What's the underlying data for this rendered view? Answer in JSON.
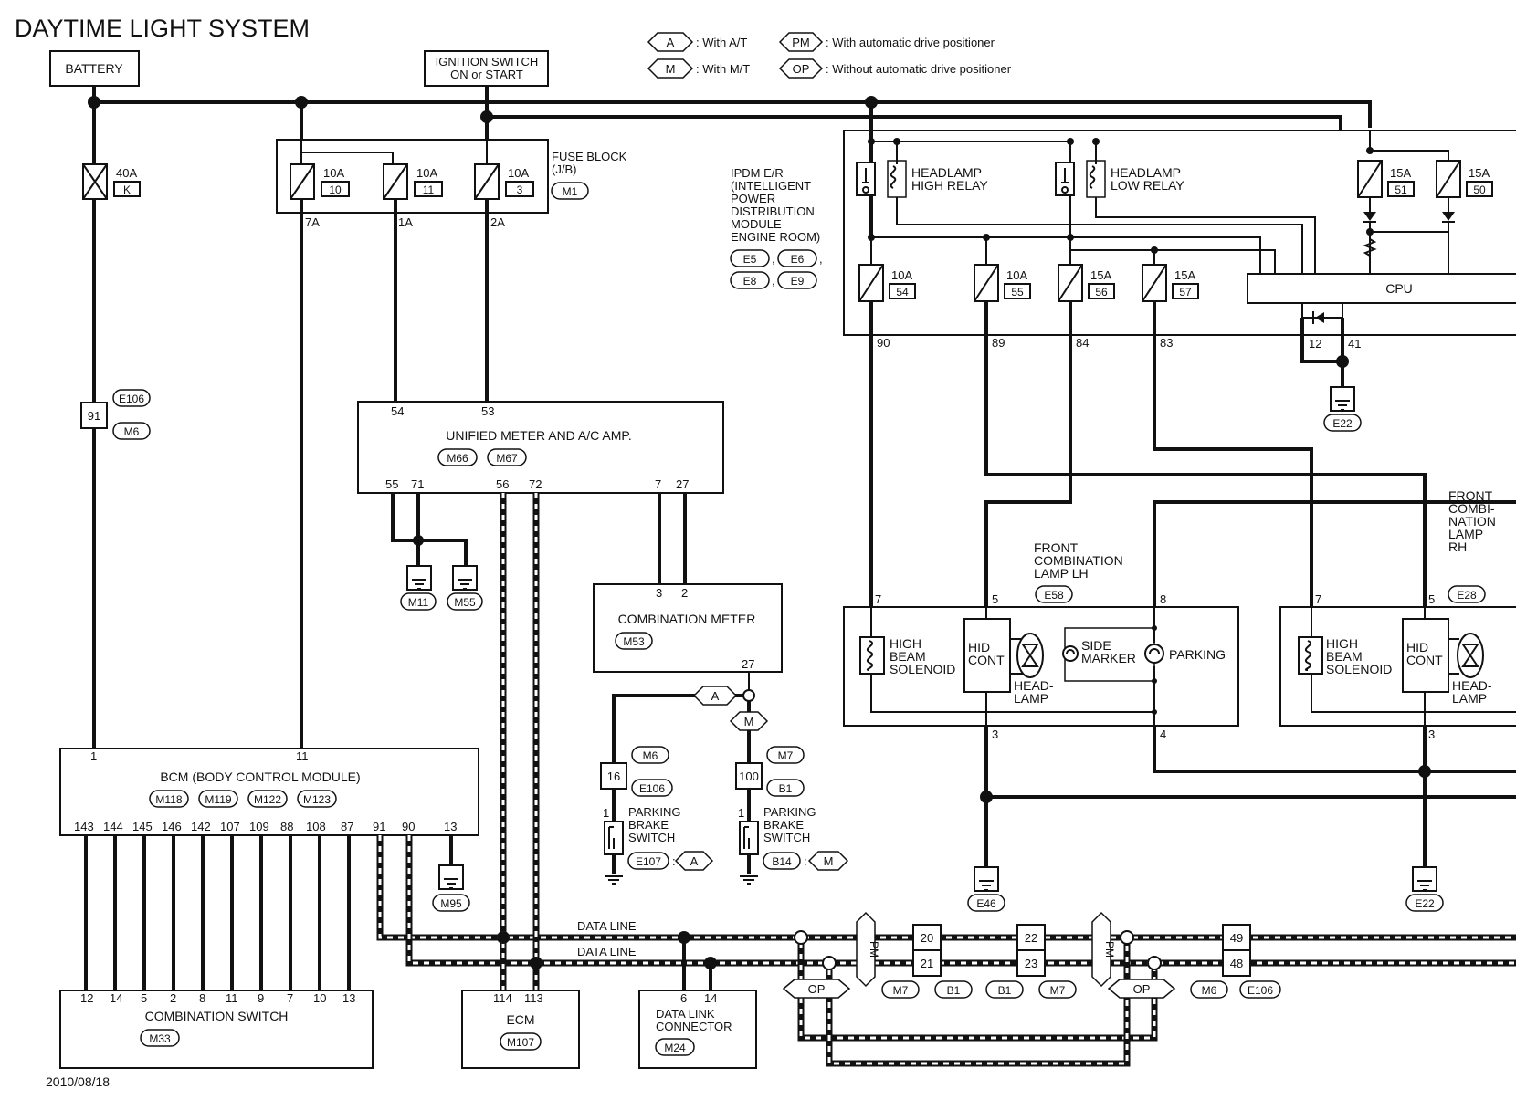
{
  "title": "DAYTIME LIGHT SYSTEM",
  "date": "2010/08/18",
  "legend": [
    {
      "code": "A",
      "text": ": With A/T"
    },
    {
      "code": "M",
      "text": ": With M/T"
    },
    {
      "code": "PM",
      "text": ": With automatic drive positioner"
    },
    {
      "code": "OP",
      "text": ": Without automatic drive positioner"
    }
  ],
  "battery": {
    "label": "BATTERY"
  },
  "ignition": {
    "line1": "IGNITION SWITCH",
    "line2": "ON or START"
  },
  "fuse_block": {
    "name": "FUSE BLOCK",
    "sub": "(J/B)",
    "connector": "M1",
    "fuses": [
      {
        "amp": "10A",
        "no": "10",
        "pin": "7A"
      },
      {
        "amp": "10A",
        "no": "11",
        "pin": "1A"
      },
      {
        "amp": "10A",
        "no": "3",
        "pin": "2A"
      }
    ]
  },
  "fusible_link": {
    "amp": "40A",
    "no": "K"
  },
  "battery_connector": {
    "pin": "91",
    "connectors": [
      "E106",
      "M6"
    ]
  },
  "ipdm": {
    "lines": [
      "IPDM E/R",
      "(INTELLIGENT",
      "POWER",
      "DISTRIBUTION",
      "MODULE",
      "ENGINE ROOM)"
    ],
    "connectors": [
      "E5",
      "E6",
      "E8",
      "E9"
    ],
    "relays": [
      "HEADLAMP HIGH RELAY",
      "HEADLAMP LOW RELAY"
    ],
    "relay_high": [
      "HEADLAMP",
      "HIGH RELAY"
    ],
    "relay_low": [
      "HEADLAMP",
      "LOW RELAY"
    ],
    "fuses": [
      {
        "amp": "10A",
        "no": "54",
        "pin": "90"
      },
      {
        "amp": "10A",
        "no": "55",
        "pin": "89"
      },
      {
        "amp": "15A",
        "no": "56",
        "pin": "84"
      },
      {
        "amp": "15A",
        "no": "57",
        "pin": "83"
      },
      {
        "amp": "15A",
        "no": "51"
      },
      {
        "amp": "15A",
        "no": "50"
      }
    ],
    "cpu": "CPU",
    "ground_pins": [
      "12",
      "41"
    ],
    "ground": "E22"
  },
  "unified_meter": {
    "name": "UNIFIED METER AND A/C AMP.",
    "connectors": [
      "M66",
      "M67"
    ],
    "top_pins": [
      "54",
      "53"
    ],
    "bottom_pins": [
      "55",
      "71",
      "56",
      "72",
      "7",
      "27"
    ],
    "grounds": [
      "M11",
      "M55"
    ]
  },
  "combination_meter": {
    "name": "COMBINATION METER",
    "connector": "M53",
    "top_pins": [
      "3",
      "2"
    ],
    "bottom_pin": "27"
  },
  "parking_brake_at": {
    "lines": [
      "PARKING",
      "BRAKE",
      "SWITCH"
    ],
    "connector": "E107",
    "variant": "A",
    "pin": "1",
    "inline_pin": "16",
    "inline_connectors": [
      "M6",
      "E106"
    ]
  },
  "parking_brake_mt": {
    "lines": [
      "PARKING",
      "BRAKE",
      "SWITCH"
    ],
    "connector": "B14",
    "variant": "M",
    "pin": "1",
    "inline_pin": "100",
    "inline_connectors": [
      "M7",
      "B1"
    ]
  },
  "bcm": {
    "name": "BCM (BODY CONTROL MODULE)",
    "connectors": [
      "M118",
      "M119",
      "M122",
      "M123"
    ],
    "top_pins": [
      "1",
      "11"
    ],
    "bottom_pins": [
      "143",
      "144",
      "145",
      "146",
      "142",
      "107",
      "109",
      "88",
      "108",
      "87",
      "91",
      "90",
      "13"
    ],
    "ground": "M95"
  },
  "combination_switch": {
    "name": "COMBINATION SWITCH",
    "connector": "M33",
    "pins": [
      "12",
      "14",
      "5",
      "2",
      "8",
      "11",
      "9",
      "7",
      "10",
      "13"
    ]
  },
  "ecm": {
    "name": "ECM",
    "connector": "M107",
    "pins": [
      "114",
      "113"
    ]
  },
  "dlc": {
    "line1": "DATA LINK",
    "line2": "CONNECTOR",
    "connector": "M24",
    "pins": [
      "6",
      "14"
    ]
  },
  "data_line_labels": [
    "DATA LINE",
    "DATA LINE"
  ],
  "data_line_variants": {
    "pm": "PM",
    "op": "OP"
  },
  "inline_1": {
    "pins": [
      "20",
      "21"
    ],
    "connectors": [
      "M7",
      "B1"
    ]
  },
  "inline_2": {
    "pins": [
      "22",
      "23"
    ],
    "connectors": [
      "B1",
      "M7"
    ]
  },
  "inline_3": {
    "pins": [
      "49",
      "48"
    ],
    "connectors": [
      "M6",
      "E106"
    ]
  },
  "front_lamp_lh": {
    "lines": [
      "FRONT",
      "COMBINATION",
      "LAMP LH"
    ],
    "connector": "E58",
    "pins": [
      "7",
      "5",
      "8",
      "3",
      "4"
    ],
    "solenoid": [
      "HIGH",
      "BEAM",
      "SOLENOID"
    ],
    "hid": [
      "HID",
      "CONT"
    ],
    "headlamp": [
      "HEAD-",
      "LAMP"
    ],
    "side_marker": [
      "SIDE",
      "MARKER"
    ],
    "parking": "PARKING",
    "ground": "E46"
  },
  "front_lamp_rh": {
    "lines": [
      "FRONT",
      "COMBI-",
      "NATION",
      "LAMP",
      "RH"
    ],
    "connector": "E28",
    "pins": [
      "7",
      "5",
      "3"
    ],
    "solenoid": [
      "HIGH",
      "BEAM",
      "SOLENOID"
    ],
    "hid": [
      "HID",
      "CONT"
    ],
    "headlamp": [
      "HEAD-",
      "LAMP"
    ],
    "ground": "E22"
  }
}
